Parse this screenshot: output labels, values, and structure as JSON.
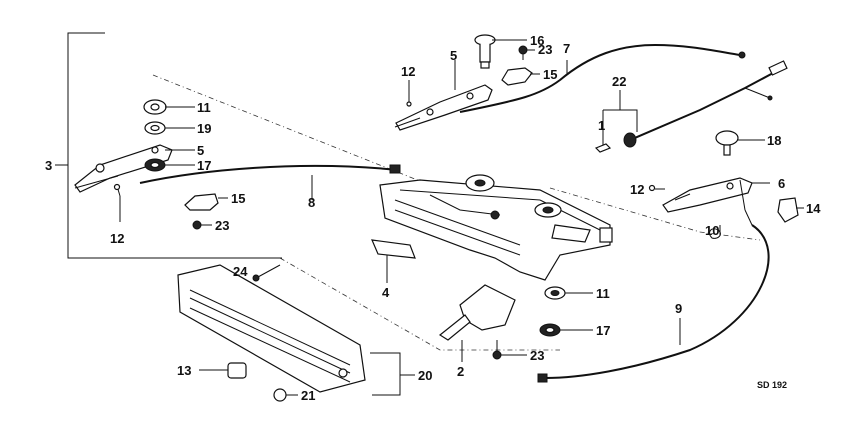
{
  "callouts": {
    "c1": "1",
    "c2": "2",
    "c3": "3",
    "c4": "4",
    "c5a": "5",
    "c5b": "5",
    "c6": "6",
    "c7": "7",
    "c8": "8",
    "c9": "9",
    "c10": "10",
    "c11a": "11",
    "c11b": "11",
    "c12a": "12",
    "c12b": "12",
    "c12c": "12",
    "c13": "13",
    "c14": "14",
    "c15a": "15",
    "c15b": "15",
    "c16": "16",
    "c17a": "17",
    "c17b": "17",
    "c18": "18",
    "c19": "19",
    "c20": "20",
    "c21": "21",
    "c22": "22",
    "c23a": "23",
    "c23b": "23",
    "c23c": "23",
    "c24": "24"
  },
  "diagram_code": "SD 192"
}
